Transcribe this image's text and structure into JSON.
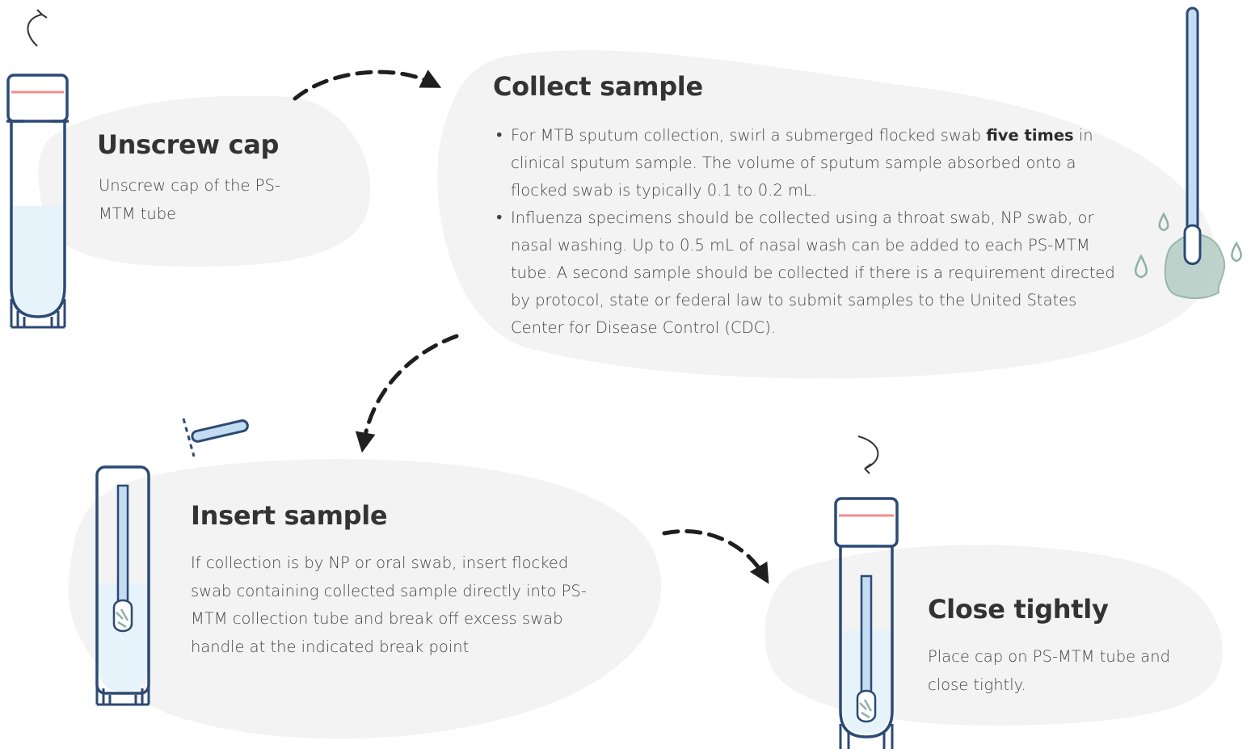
{
  "steps": {
    "unscrew": {
      "title": "Unscrew cap",
      "text": "Unscrew cap of the PS-MTM tube"
    },
    "collect": {
      "title": "Collect sample",
      "bullet1": {
        "before": "For MTB sputum collection, swirl a submerged flocked swab",
        "bold": "five times",
        "after": "in clinical sputum sample. The volume of sputum sample absorbed onto a flocked swab is typically 0.1 to 0.2 mL."
      },
      "bullet2": "Influenza specimens should be collected using a throat swab, NP swab, or nasal washing. Up to 0.5 mL of nasal wash can be added to each PS-MTM tube. A second sample should be collected if there is a requirement directed by protocol, state or federal law to submit samples to the United States Center for Disease Control (CDC)."
    },
    "insert": {
      "title": "Insert sample",
      "text": "If collection is by NP or oral swab, insert flocked swab containing collected sample directly into PS-MTM collection tube and break off excess swab handle at the indicated break point"
    },
    "close": {
      "title": "Close tightly",
      "text": "Place cap on PS-MTM tube and close tightly."
    }
  },
  "colors": {
    "blob": "#f3f3f3",
    "tube_outline": "#2c4a73",
    "liquid": "#e6f3fb",
    "swab": "#c4dcf2",
    "cap_stripe": "#ef8e8e",
    "sample": "#b7cfc7",
    "arrow": "#1f1f1f"
  }
}
